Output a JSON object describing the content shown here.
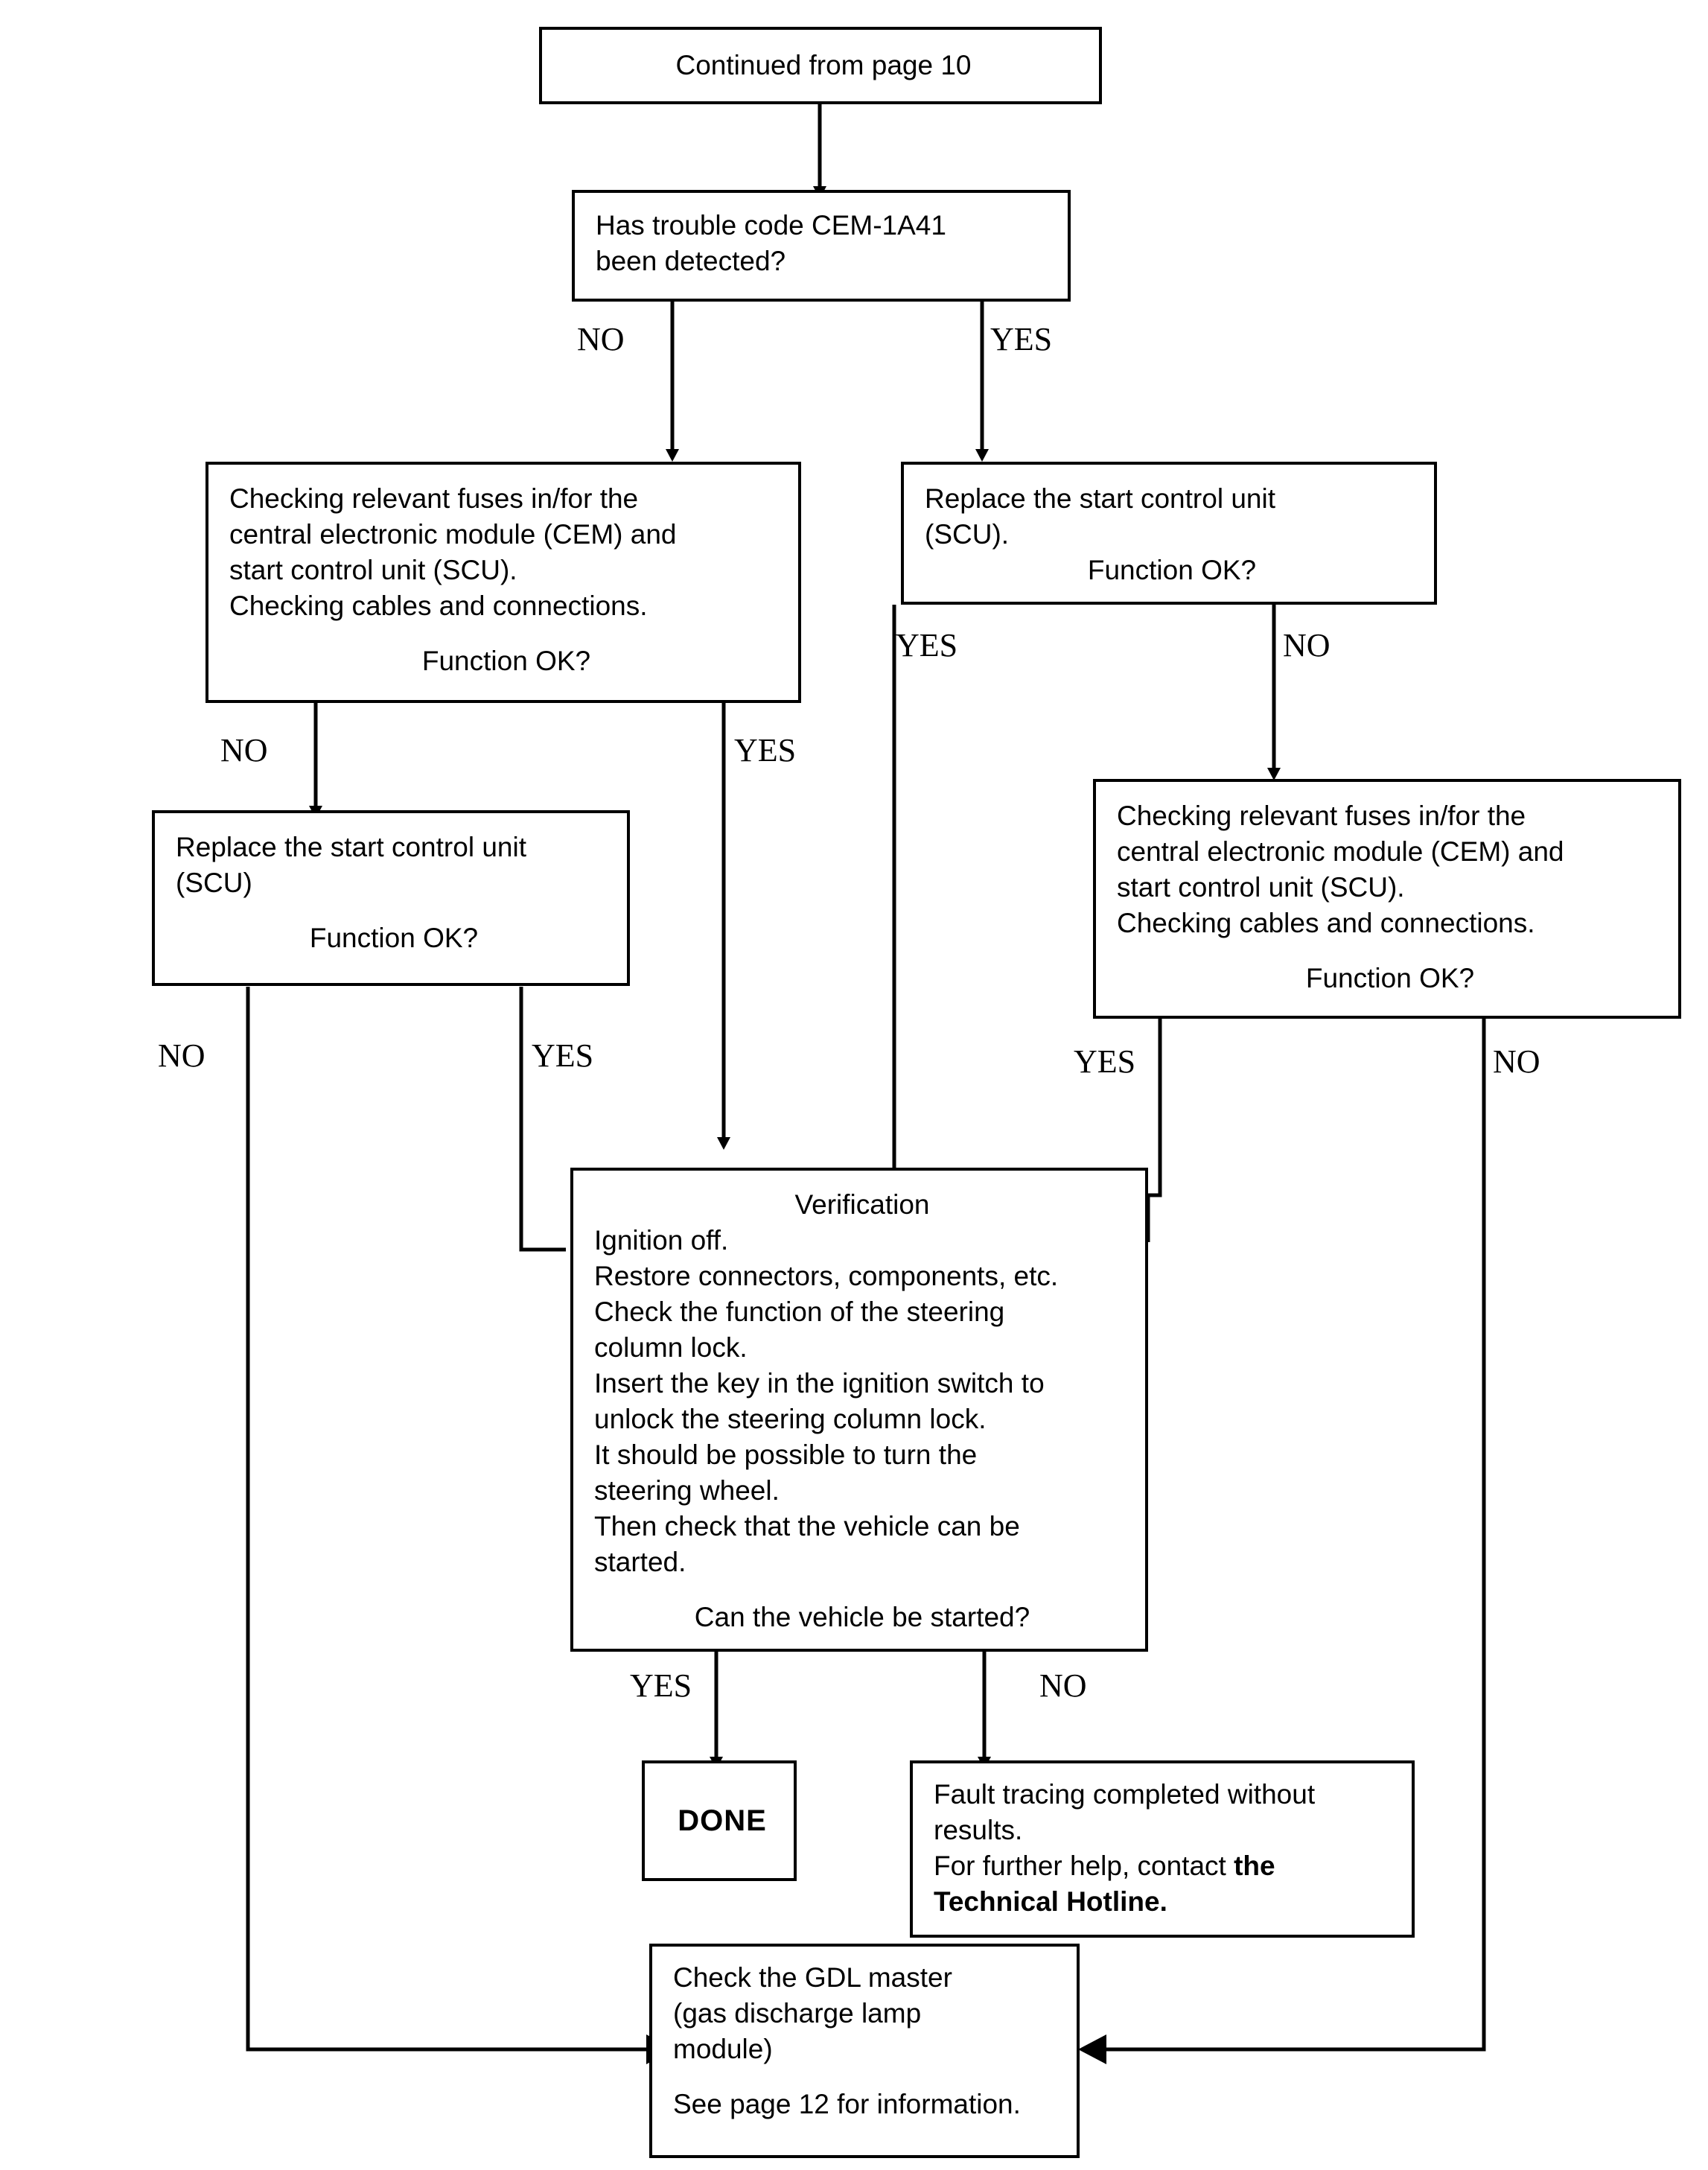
{
  "document": {
    "type": "troubleshooting-flowchart",
    "title": "Steering column lock / start control unit fault tracing"
  },
  "nodes": {
    "continued": {
      "id": "continued-from-page",
      "text": "Continued from page 10"
    },
    "trouble_code": {
      "id": "trouble-code-question",
      "lines": [
        "Has trouble code CEM-1A41",
        "been detected?"
      ]
    },
    "check_fuses_left": {
      "id": "checking-fuses-left",
      "lines": [
        "Checking relevant fuses in/for the",
        "central electronic module (CEM) and",
        "start control unit (SCU).",
        "Checking cables and connections."
      ],
      "question": "Function OK?"
    },
    "replace_scu_right": {
      "id": "replace-scu-right",
      "lines": [
        "Replace the start control unit",
        "(SCU)."
      ],
      "question": "Function OK?"
    },
    "replace_scu_left": {
      "id": "replace-scu-left",
      "lines": [
        "Replace the start control unit",
        "(SCU)"
      ],
      "question": "Function OK?"
    },
    "check_fuses_right": {
      "id": "checking-fuses-right",
      "lines": [
        "Checking relevant fuses in/for the",
        "central electronic module (CEM) and",
        "start control unit (SCU).",
        "Checking cables and connections."
      ],
      "question": "Function OK?"
    },
    "verification": {
      "id": "verification",
      "title": "Verification",
      "lines": [
        "Ignition off.",
        "Restore connectors, components, etc.",
        "Check the function of the steering",
        "column lock.",
        "Insert the key in the ignition switch to",
        "unlock the steering column lock.",
        "It should be possible to turn the",
        "steering wheel.",
        "Then check that the vehicle can be",
        "started."
      ],
      "question": "Can the vehicle be started?"
    },
    "done": {
      "id": "done",
      "text": "DONE"
    },
    "fault_tracing": {
      "id": "fault-tracing-no-results",
      "line1": "Fault tracing completed without",
      "line2": "results.",
      "line3_normal": "For further help, contact ",
      "line3_bold": "the",
      "line4_bold": "Technical Hotline."
    },
    "gdl_master": {
      "id": "check-gdl-master",
      "lines": [
        "Check the GDL master",
        "(gas discharge lamp",
        "module)"
      ],
      "note": "See page 12 for information."
    }
  },
  "edge_labels": {
    "trouble_no": "NO",
    "trouble_yes": "YES",
    "fuses_left_no": "NO",
    "fuses_left_yes": "YES",
    "replace_right_yes": "YES",
    "replace_right_no": "NO",
    "replace_left_no": "NO",
    "replace_left_yes": "YES",
    "fuses_right_yes": "YES",
    "fuses_right_no": "NO",
    "verification_yes": "YES",
    "verification_no": "NO"
  },
  "colors": {
    "stroke": "#000000",
    "background": "#ffffff",
    "text": "#000000"
  }
}
